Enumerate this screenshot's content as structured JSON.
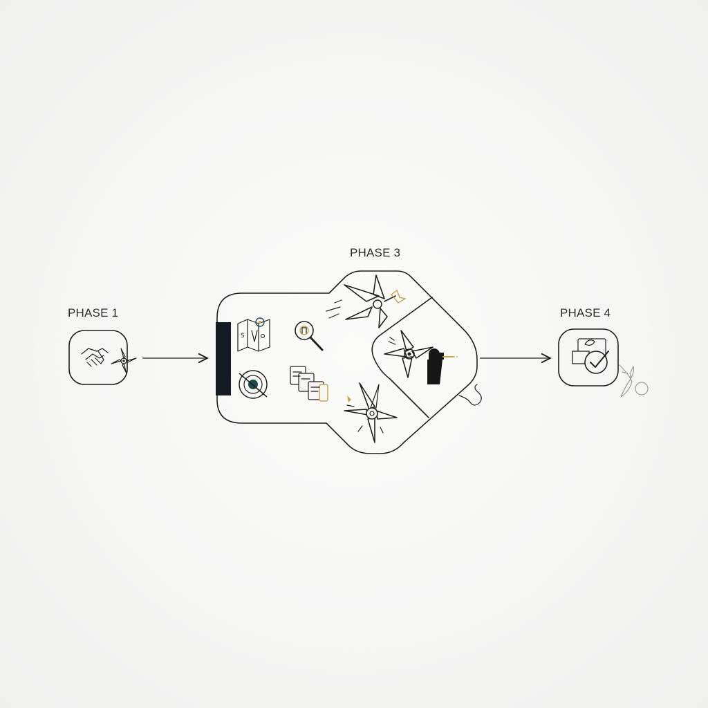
{
  "phases": {
    "phase1": {
      "label": "PHASE 1",
      "icons": [
        "handshake-icon",
        "shuriken-icon"
      ]
    },
    "phase3": {
      "label": "PHASE 3",
      "icons": [
        "map-icon",
        "magnifier-icon",
        "target-icon",
        "documents-icon",
        "shuriken-icon",
        "sword-strike-icon",
        "archer-icon"
      ]
    },
    "phase4": {
      "label": "PHASE 4",
      "icons": [
        "checklist-icon",
        "checkmark-icon",
        "leaf-icon"
      ]
    }
  },
  "colors": {
    "stroke": "#1e1e1e",
    "accent_gold": "#c8a24a",
    "accent_teal": "#1f4a4a",
    "background": "#f6f6f5"
  }
}
